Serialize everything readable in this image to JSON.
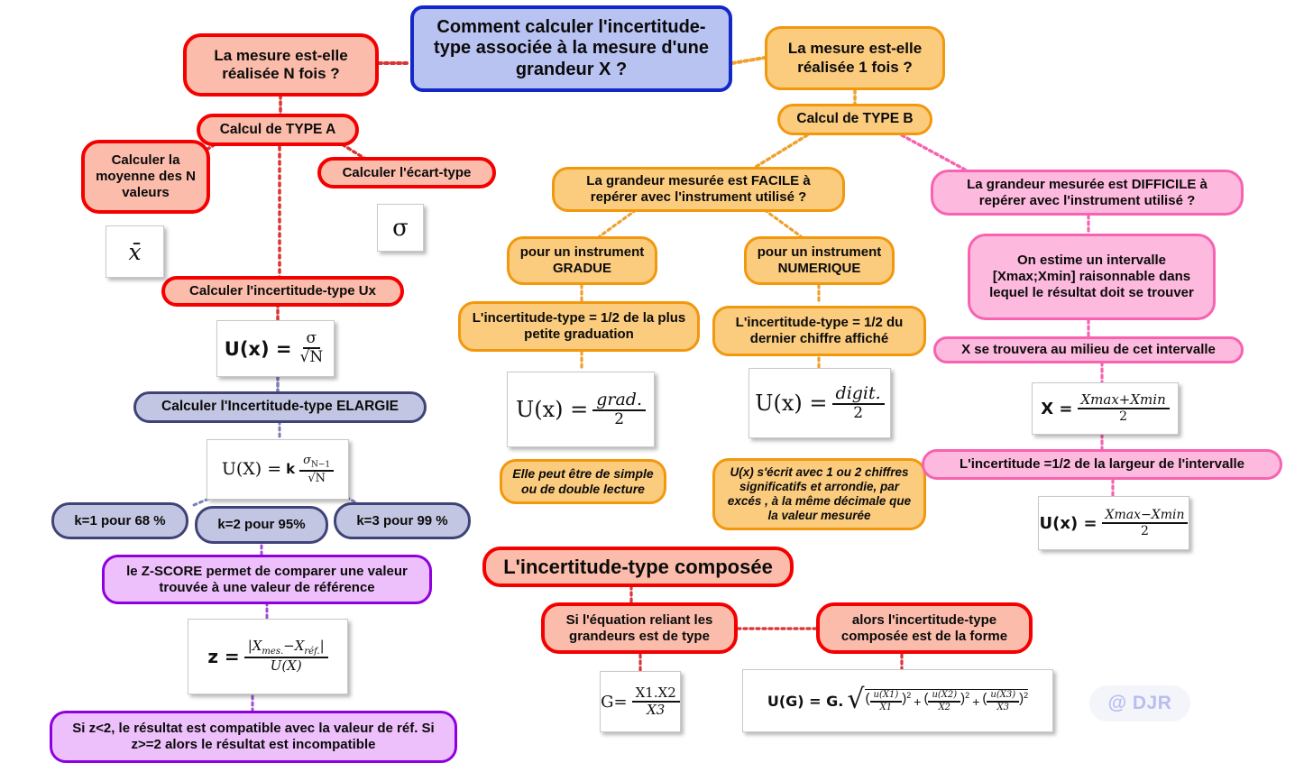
{
  "title_node": {
    "label": "Comment calculer l'incertitude-type associée à la mesure d'une grandeur X ?",
    "color": "#b9c3f2",
    "border": "#1428c8"
  },
  "branch_a": {
    "question": "La mesure est-elle réalisée N fois ?",
    "type_label": "Calcul de TYPE A",
    "steps": [
      "Calculer la moyenne des N valeurs",
      "Calculer l'écart-type",
      "Calculer l'incertitude-type Ux"
    ],
    "formula_mean": "x̄",
    "formula_sigma": "σ",
    "formula_ux_lead": "U(x) =",
    "formula_ux_num": "σ",
    "formula_ux_den": "√N",
    "color": "#fbbcab",
    "border": "#f40000"
  },
  "elargie": {
    "label": "Calculer l'Incertitude-type ELARGIE",
    "formula_lead": "U(X) =",
    "formula_k": "k",
    "formula_num": "σ",
    "formula_num_sub": "N−1",
    "formula_den": "√N",
    "k_values": [
      "k=1 pour 68 %",
      "k=2 pour 95%",
      "k=3 pour 99 %"
    ],
    "color": "#c3c6e2",
    "border": "#3f4377"
  },
  "zscore": {
    "label": "le Z-SCORE permet de comparer une valeur trouvée à une valeur de référence",
    "formula_lead": "z =",
    "formula_num": "|X",
    "formula_num_sub1": "mes.",
    "formula_num_minus": "−X",
    "formula_num_sub2": "réf.",
    "formula_num_end": "|",
    "formula_den": "U(X)",
    "conclusion": "Si z<2, le résultat est compatible avec la valeur de réf. Si z>=2 alors le résultat est incompatible",
    "color": "#eec0fb",
    "border": "#8f00e0"
  },
  "branch_b": {
    "question": "La mesure est-elle réalisée 1 fois ?",
    "type_label": "Calcul de TYPE B",
    "facile": "La grandeur mesurée est FACILE à repérer avec l'instrument utilisé ?",
    "gradue": {
      "title": "pour un instrument GRADUE",
      "rule": "L'incertitude-type = 1/2 de la plus petite graduation",
      "formula_lead": "U(x) =",
      "formula_num": "grad.",
      "formula_den": "2",
      "note": "Elle peut être de simple ou de double lecture"
    },
    "numerique": {
      "title": "pour un instrument NUMERIQUE",
      "rule": "L'incertitude-type = 1/2 du dernier chiffre affiché",
      "formula_lead": "U(x) =",
      "formula_num": "digit.",
      "formula_den": "2",
      "note": "U(x) s'écrit avec 1 ou 2 chiffres significatifs et arrondie, par excés , à la même décimale que la valeur mesurée"
    },
    "color": "#fbcb7e",
    "border": "#f2980d"
  },
  "difficile": {
    "question": "La grandeur mesurée est DIFFICILE à repérer avec l'instrument utilisé ?",
    "estimate": "On estime un intervalle [Xmax;Xmin] raisonnable dans lequel le résultat doit se trouver",
    "middle": "X se trouvera au milieu de cet intervalle",
    "formula_x_lead": "X =",
    "formula_x_num": "Xmax+Xmin",
    "formula_x_den": "2",
    "half_width": "L'incertitude =1/2 de la largeur de l'intervalle",
    "formula_u_lead": "U(x) =",
    "formula_u_num": "Xmax−Xmin",
    "formula_u_den": "2",
    "color": "#fdb9de",
    "border": "#f763b0"
  },
  "composee": {
    "title": "L'incertitude-type composée",
    "if_label": "Si l'équation reliant les grandeurs est de type",
    "then_label": "alors l'incertitude-type composée est de la forme",
    "formula_g_lead": "G=",
    "formula_g_num": "X1.X2",
    "formula_g_den": "X3",
    "formula_ug_lead": "U(G) = G.",
    "formula_ug_terms": [
      {
        "num": "u(X1)",
        "den": "X1"
      },
      {
        "num": "u(X2)",
        "den": "X2"
      },
      {
        "num": "u(X3)",
        "den": "X3"
      }
    ],
    "formula_ug_exp": "2",
    "formula_ug_plus": "+",
    "color": "#fbbcab",
    "border": "#f40000"
  },
  "watermark": {
    "label": "@ DJR"
  }
}
